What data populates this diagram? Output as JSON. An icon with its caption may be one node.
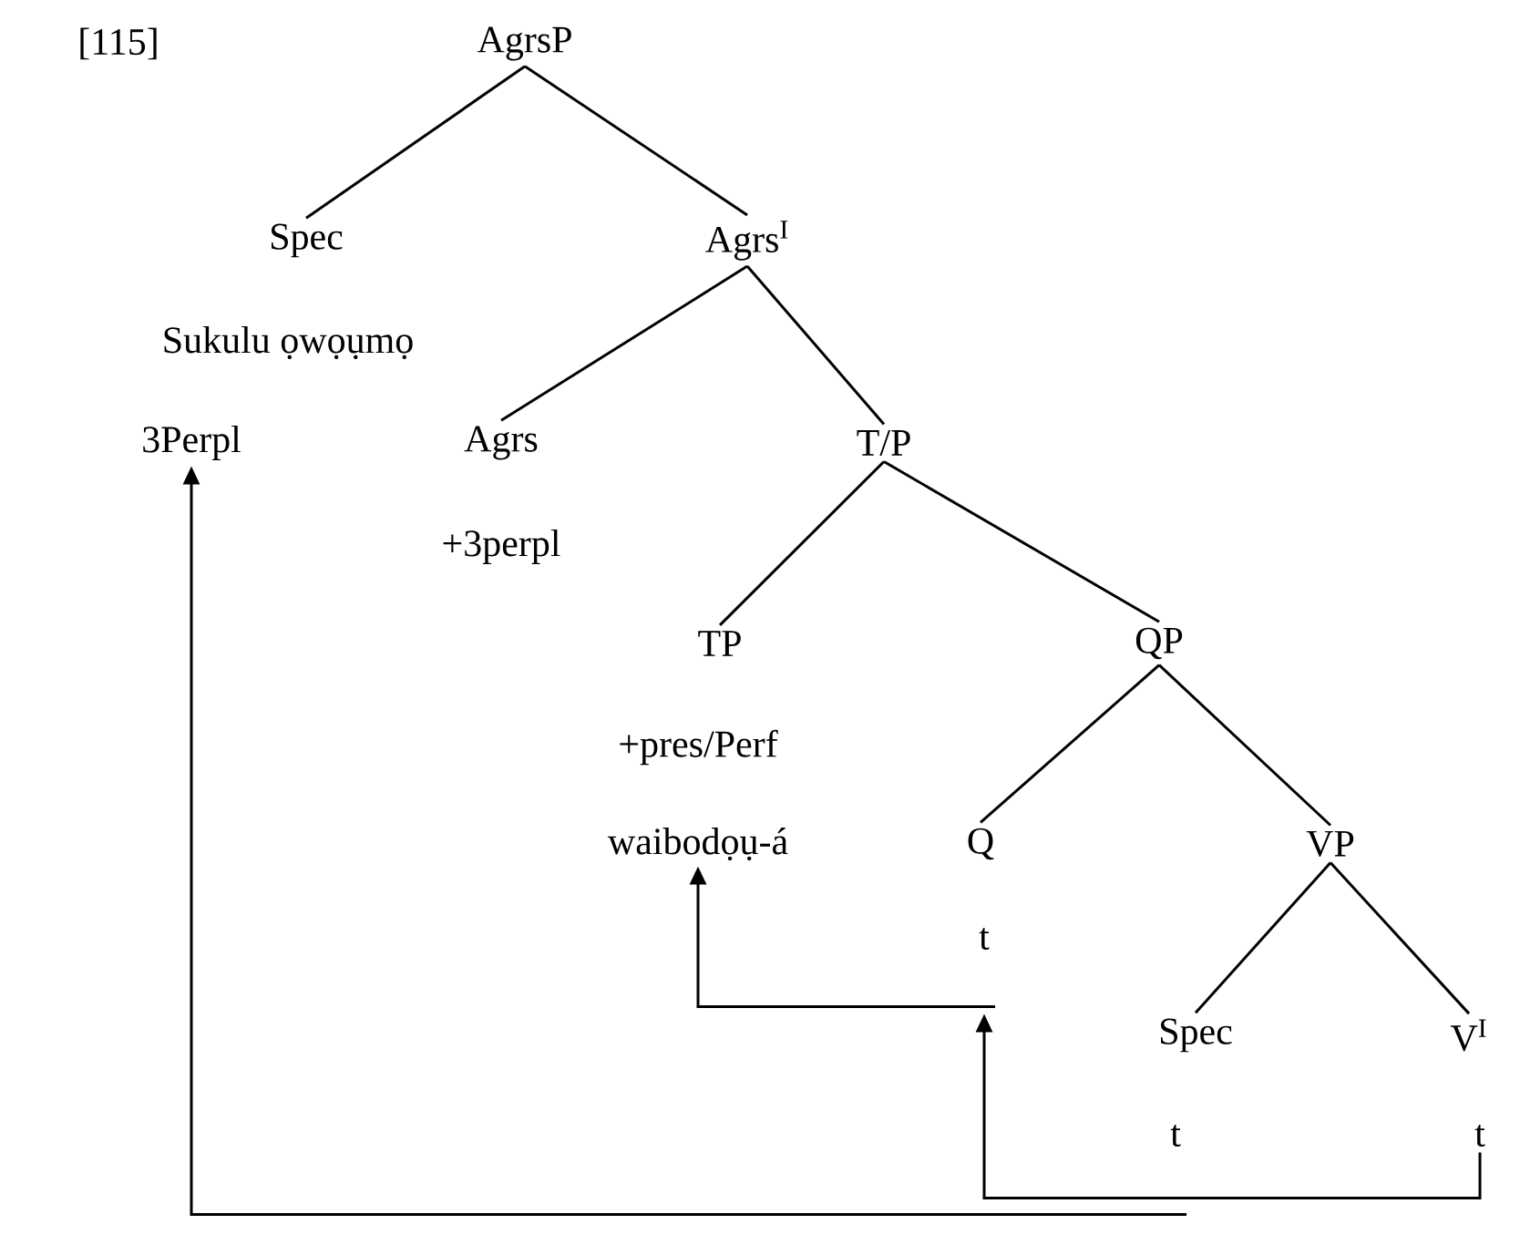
{
  "diagram": {
    "nodes": [
      {
        "text": [
          "AgrsP"
        ]
      },
      {
        "text": [
          "Spec"
        ]
      },
      {
        "text": [
          "Agrs$^{I}$"
        ]
      },
      {
        "text": [
          "3Perpl"
        ]
      },
      {
        "text": [
          "Agrs"
        ]
      },
      {
        "text": [
          "T/P"
        ]
      },
      {
        "text": [
          "TP"
        ]
      },
      {
        "text": [
          "QP"
        ]
      },
      {
        "text": [
          "waibodọụ-á"
        ]
      },
      {
        "text": [
          "Q"
        ]
      },
      {
        "text": [
          "VP"
        ]
      },
      {
        "text": [
          "t"
        ]
      },
      {
        "text": [
          "Spec"
        ]
      },
      {
        "text": [
          "V$^{I}$"
        ]
      },
      {
        "text": [
          "t"
        ]
      },
      {
        "text": [
          "t"
        ]
      }
    ],
    "edges": [
      {
        "from": 0,
        "to": 1,
        "arrow": "none"
      },
      {
        "from": 0,
        "to": 2,
        "arrow": "none"
      },
      {
        "from": 2,
        "to": 4,
        "arrow": "none"
      },
      {
        "from": 2,
        "to": 5,
        "arrow": "none"
      },
      {
        "from": 5,
        "to": 6,
        "arrow": "none"
      },
      {
        "from": 5,
        "to": 7,
        "arrow": "none"
      },
      {
        "from": 7,
        "to": 9,
        "arrow": "none"
      },
      {
        "from": 7,
        "to": 10,
        "arrow": "none"
      },
      {
        "from": 10,
        "to": 12,
        "arrow": "none"
      },
      {
        "from": 10,
        "to": 13,
        "arrow": "none"
      },
      {
        "from": 14,
        "to": 3,
        "arrow": "to"
      },
      {
        "from": 15,
        "to": 11,
        "arrow": "to"
      },
      {
        "from": 11,
        "to": 8,
        "arrow": "to"
      }
    ],
    "labels": [
      "[115]",
      "Sukulu ọwọụmọ",
      "+3perpl",
      "+pres/Perf"
    ]
  }
}
